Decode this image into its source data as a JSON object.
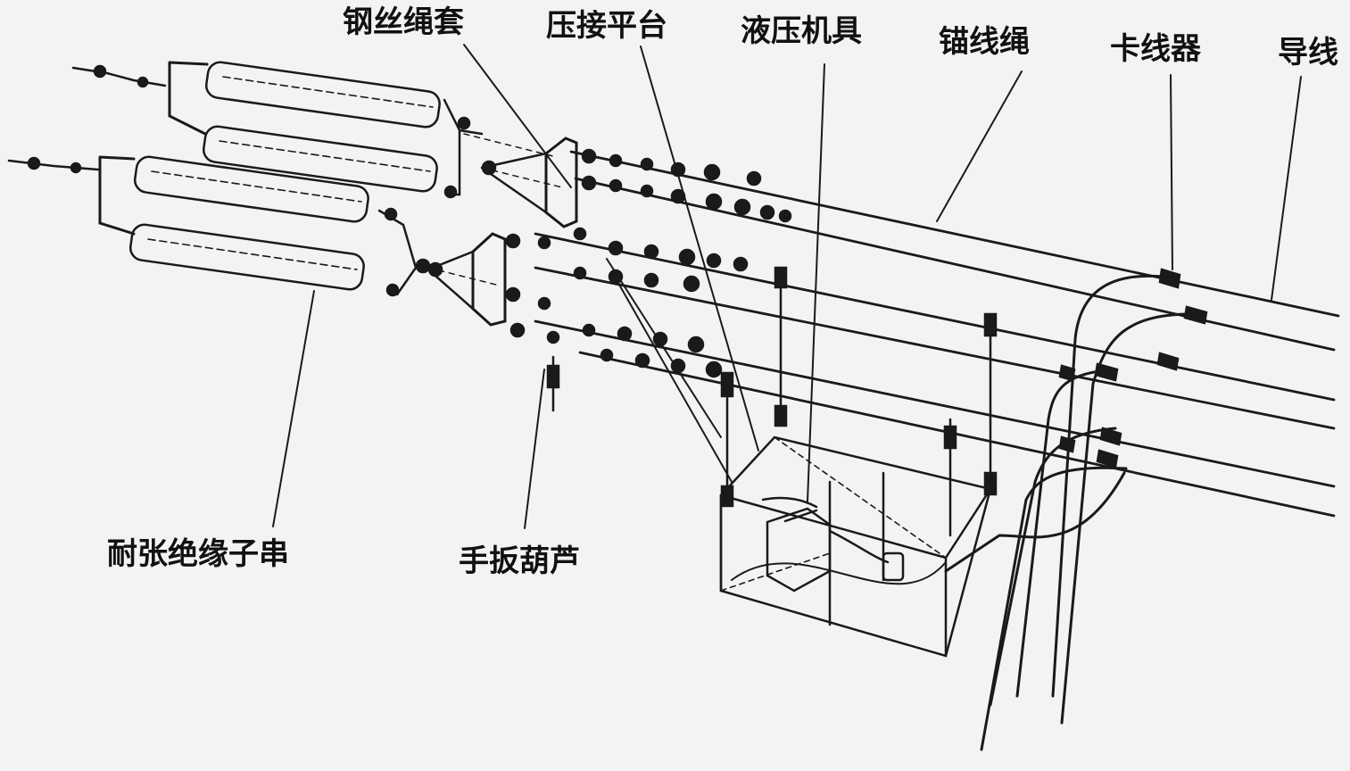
{
  "labels": {
    "wire_rope_sleeve": "钢丝绳套",
    "crimping_platform": "压接平台",
    "hydraulic_tool": "液压机具",
    "anchor_rope": "锚线绳",
    "line_clamp": "卡线器",
    "conductor": "导线",
    "tension_insulator_string": "耐张绝缘子串",
    "chain_hoist": "手扳葫芦"
  },
  "colors": {
    "ink": "#1a1a1a",
    "background": "#f3f3f3"
  }
}
